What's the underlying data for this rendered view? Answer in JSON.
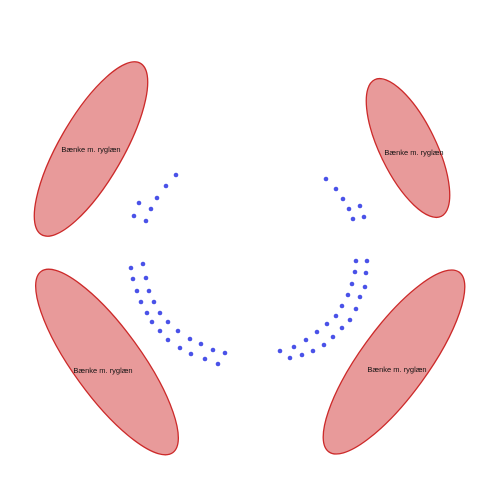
{
  "colors": {
    "bench_fill": "#e89a9a",
    "bench_stroke": "#cc2a2a",
    "dot": "#4a52e8",
    "background": "#ffffff"
  },
  "benches": [
    {
      "label": "Bænke m. ryglæn"
    },
    {
      "label": "Bænke m. ryglæn"
    },
    {
      "label": "Bænke m. ryglæn"
    },
    {
      "label": "Bænke m. ryglæn"
    }
  ],
  "dot_groups": [
    {
      "name": "top-left-dots"
    },
    {
      "name": "top-right-dots"
    },
    {
      "name": "bottom-left-dots"
    },
    {
      "name": "bottom-right-dots"
    }
  ]
}
